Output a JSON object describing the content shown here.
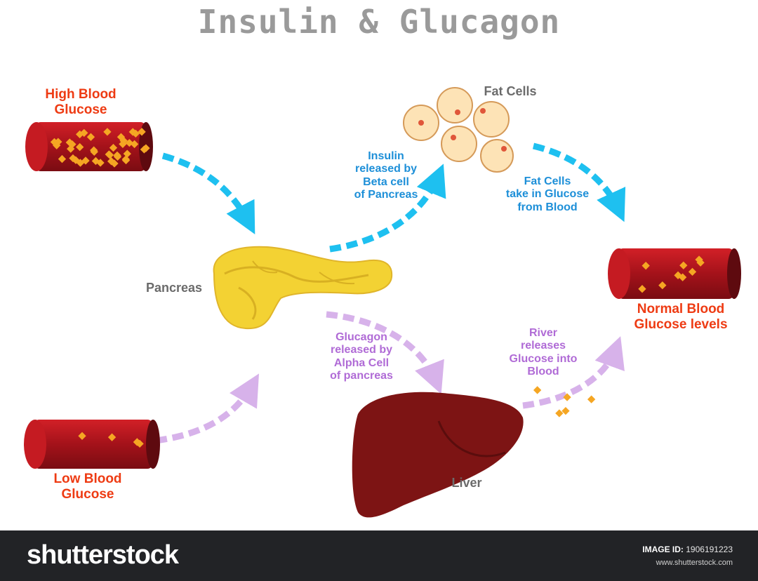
{
  "title": "Insulin & Glucagon",
  "labels": {
    "high_blood_glucose": "High Blood\nGlucose",
    "fat_cells": "Fat Cells",
    "insulin_released": "Insulin\nreleased by\nBeta cell\nof Pancreas",
    "fat_cells_take_in": "Fat Cells\ntake in Glucose\nfrom Blood",
    "pancreas": "Pancreas",
    "normal_blood_glucose": "Normal Blood\nGlucose levels",
    "glucagon_released": "Glucagon\nreleased by\nAlpha Cell\nof pancreas",
    "river_releases": "River\nreleases\nGlucose into\nBlood",
    "low_blood_glucose": "Low Blood\nGlucose",
    "liver": "Liver"
  },
  "footer": {
    "brand": "shutterstock",
    "image_id_label": "IMAGE ID:",
    "image_id": "1906191223",
    "site": "www.shutterstock.com"
  },
  "colors": {
    "insulin_arrow": "#1ec0f0",
    "glucagon_arrow": "#d7b2ea",
    "vessel": "#b5171f",
    "vessel_inner": "#6e0f14",
    "glucose": "#f5a623",
    "pancreas": "#f3d233",
    "liver": "#7d1414",
    "fat_cell": "#fde3b6"
  },
  "glucose_counts": {
    "high": 40,
    "normal": 9,
    "low": 4
  }
}
